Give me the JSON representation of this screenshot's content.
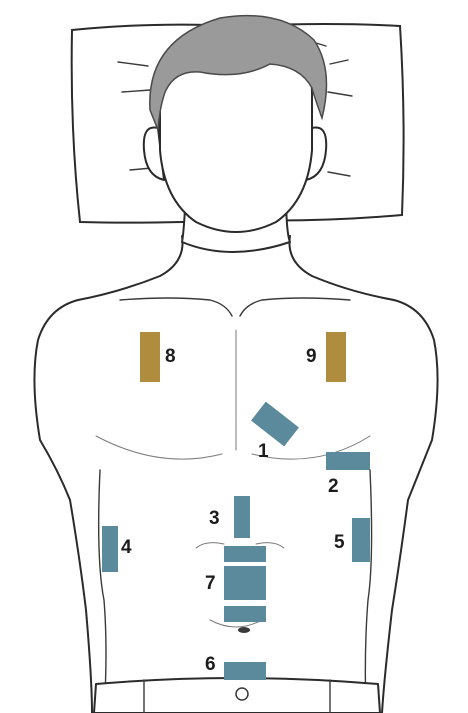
{
  "colors": {
    "blue_patch": "#5b8a9c",
    "gold_patch": "#b08c3e",
    "skin_outline": "#2b2b2b",
    "hair": "#9a9a9a"
  },
  "labels": {
    "p1": "1",
    "p2": "2",
    "p3": "3",
    "p4": "4",
    "p5": "5",
    "p6": "6",
    "p7": "7",
    "p8": "8",
    "p9": "9"
  }
}
